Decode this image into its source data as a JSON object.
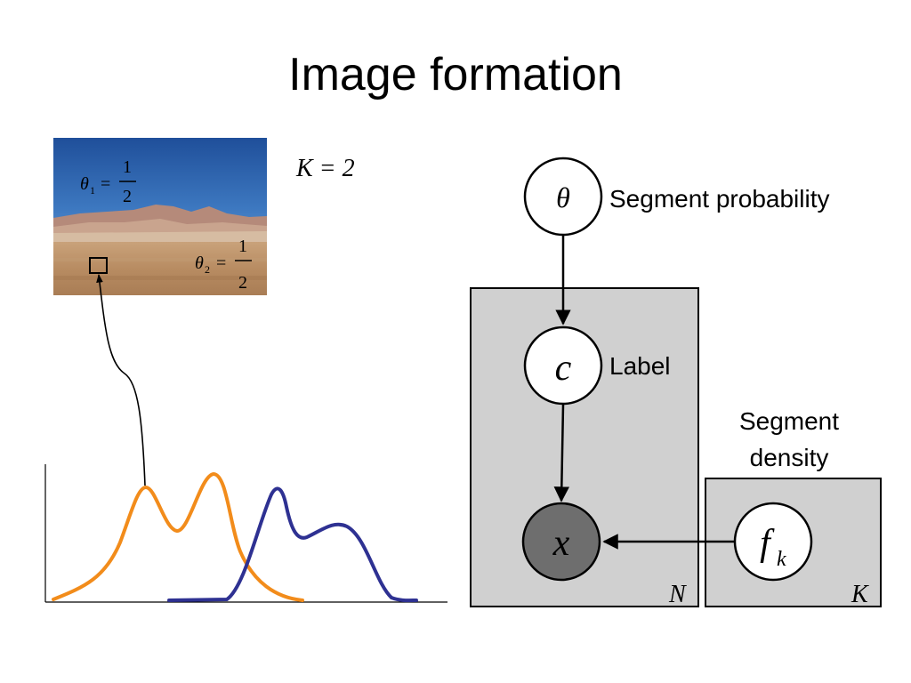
{
  "slide": {
    "title": "Image formation"
  },
  "photo": {
    "theta1_sym": "θ",
    "theta1_sub": "1",
    "theta2_sym": "θ",
    "theta2_sub": "2",
    "equals": "=",
    "frac_num": "1",
    "frac_den": "2",
    "k_eq": "K = 2"
  },
  "graphical_model": {
    "theta_node": "θ",
    "theta_label": "Segment probability",
    "c_node": "c",
    "c_label": "Label",
    "x_node": "x",
    "f_node": "f",
    "f_sub": "k",
    "f_label_line1": "Segment",
    "f_label_line2": "density",
    "plate_n": "N",
    "plate_k": "K"
  },
  "colors": {
    "orange_curve": "#f28c1b",
    "blue_curve": "#2e3192",
    "plate_fill": "#d0d0d0",
    "observed_node": "#6e6e6e"
  }
}
